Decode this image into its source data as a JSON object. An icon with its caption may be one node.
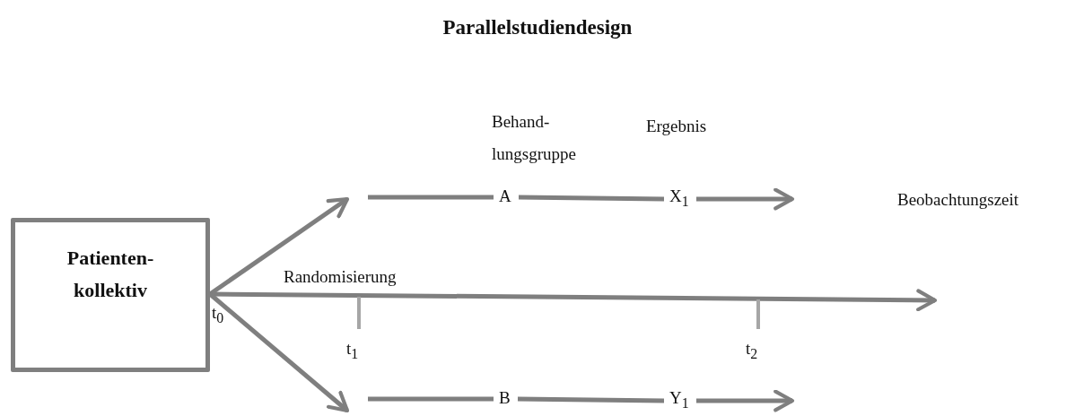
{
  "diagram": {
    "title": "Parallelstudiendesign",
    "nodes": [
      {
        "text": [
          "Patienten- kollektiv"
        ]
      },
      {
        "text": [
          "A"
        ]
      },
      {
        "text": [
          "X$_{1}$"
        ]
      },
      {
        "text": [
          "B"
        ]
      },
      {
        "text": [
          "Y$_{1}$"
        ]
      }
    ],
    "edges": [
      {
        "from": 0,
        "to": null,
        "arrow": "to"
      },
      {
        "from": 0,
        "to": null,
        "arrow": "to"
      },
      {
        "from": 0,
        "to": null,
        "arrow": "to"
      },
      {
        "from": null,
        "to": 1,
        "arrow": "none"
      },
      {
        "from": 1,
        "to": 2,
        "arrow": "none"
      },
      {
        "from": 2,
        "to": null,
        "arrow": "to"
      },
      {
        "from": null,
        "to": 3,
        "arrow": "none"
      },
      {
        "from": 3,
        "to": 4,
        "arrow": "none"
      },
      {
        "from": 4,
        "to": null,
        "arrow": "to"
      }
    ],
    "labels": [
      "Behand- lungsgruppe",
      "Ergebnis",
      "Beobachtungszeit",
      "Randomisierung",
      "t$_{0}$",
      "t$_{1}$",
      "t$_{2}$"
    ]
  }
}
